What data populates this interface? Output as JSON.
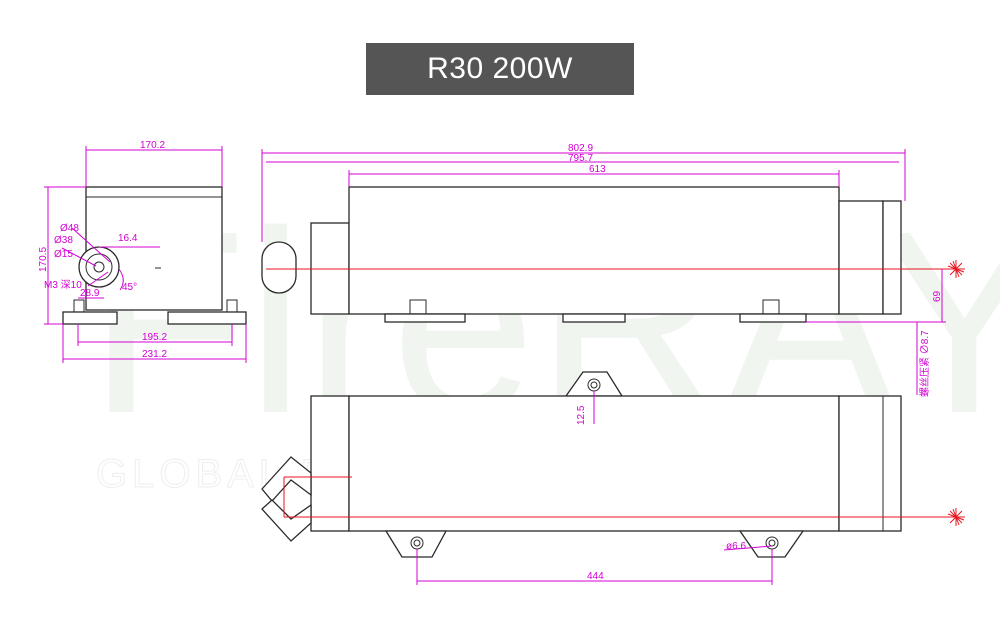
{
  "title": "R30 200W",
  "watermark": {
    "brand": "FireRAY",
    "slogan": "GLOBAL BEST LASER SOLUTION"
  },
  "colors": {
    "title_bg": "#555555",
    "dimension": "#d400d4",
    "beam": "#e8141c",
    "outline": "#2a2a2a"
  },
  "dimensions": {
    "side_width": "170.2",
    "side_height": "170.5",
    "side_base_inner": "195.2",
    "side_base_outer": "231.2",
    "d48": "Ø48",
    "d38": "Ø38",
    "d15": "Ø15",
    "m3": "M3 深10",
    "len_16_4": "16.4",
    "angle_45": "45°",
    "d28_9": "28.9",
    "total_length": "802.9",
    "length_2": "795.7",
    "body_length": "613",
    "beam_height": "69",
    "note_vertical": "螺丝压紧 ∅8.7",
    "foot_height": "12.5",
    "hole_diameter": "ø6.6",
    "hole_spacing": "444"
  }
}
